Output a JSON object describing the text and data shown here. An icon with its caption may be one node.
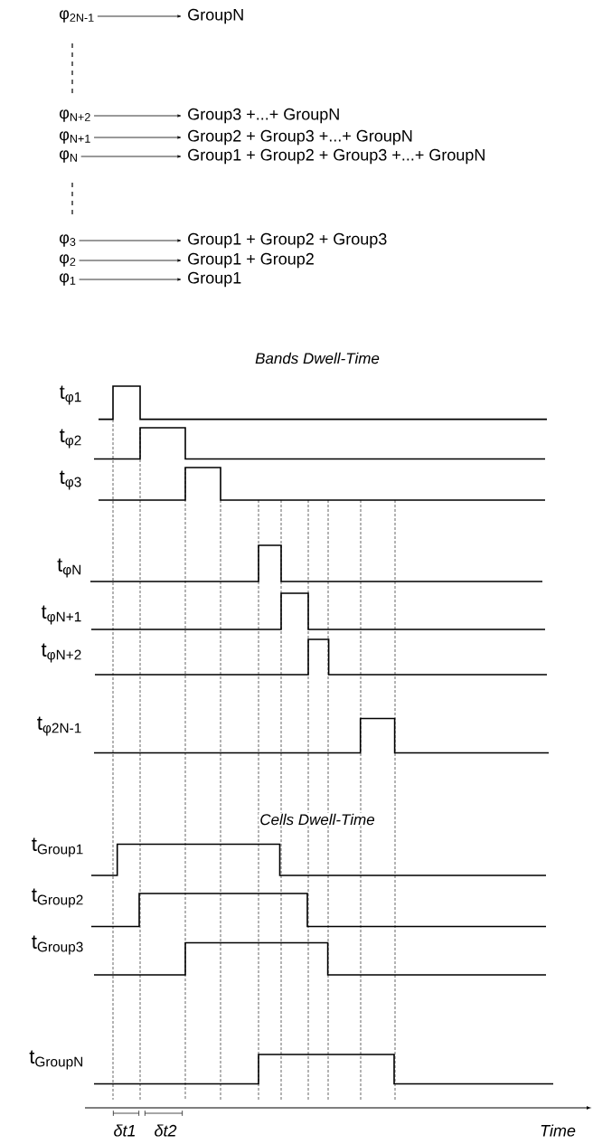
{
  "diagram": {
    "nodes": [
      {
        "text": [
          "φ$_{2N-1}$"
        ]
      },
      {
        "text": [
          "GroupN"
        ]
      },
      {
        "text": [
          "φ$_{N+2}$"
        ]
      },
      {
        "text": [
          "Group3 +...+ GroupN"
        ]
      },
      {
        "text": [
          "φ$_{N+1}$"
        ]
      },
      {
        "text": [
          "Group2 + Group3 +...+ GroupN"
        ]
      },
      {
        "text": [
          "φ$_{N}$"
        ]
      },
      {
        "text": [
          "Group1 + Group2 + Group3 +...+ GroupN"
        ]
      },
      {
        "text": [
          "φ$_{3}$"
        ]
      },
      {
        "text": [
          "Group1 + Group2 + Group3"
        ]
      },
      {
        "text": [
          "φ$_{2}$"
        ]
      },
      {
        "text": [
          "Group1 + Group2"
        ]
      },
      {
        "text": [
          "φ$_{1}$"
        ]
      },
      {
        "text": [
          "Group1"
        ]
      }
    ],
    "edges": [
      {
        "from": 0,
        "to": 1,
        "arrow": "to"
      },
      {
        "from": 2,
        "to": 3,
        "arrow": "to"
      },
      {
        "from": 4,
        "to": 5,
        "arrow": "to"
      },
      {
        "from": 6,
        "to": 7,
        "arrow": "to"
      },
      {
        "from": 8,
        "to": 9,
        "arrow": "to"
      },
      {
        "from": 10,
        "to": 11,
        "arrow": "to"
      },
      {
        "from": 12,
        "to": 13,
        "arrow": "to"
      }
    ],
    "labels": [
      "Bands Dwell-Time",
      "t$_{φ1}$",
      "t$_{φ2}$",
      "t$_{φ3}$",
      "t$_{φN}$",
      "t$_{φN+1}$",
      "t$_{φN+2}$",
      "t$_{φ2N-1}$",
      "Cells Dwell-Time",
      "t$_{Group1}$",
      "t$_{Group2}$",
      "t$_{Group3}$",
      "t$_{GroupN}$",
      "δt1",
      "δt2",
      "Time"
    ]
  }
}
